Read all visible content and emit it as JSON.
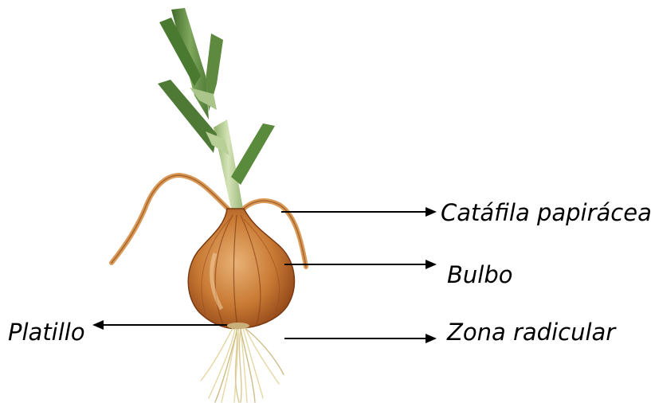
{
  "diagram": {
    "labels": {
      "catafila": "Catáfila papirácea",
      "bulbo": "Bulbo",
      "zona_radicular": "Zona radicular",
      "platillo": "Platillo"
    },
    "colors": {
      "leaf_dark": "#4f7a36",
      "leaf_light": "#a9c58a",
      "bulb_dark": "#a8561e",
      "bulb_light": "#e8b276",
      "skin": "#d99a5a",
      "roots": "#e6d7a3",
      "arrow": "#000000"
    }
  }
}
